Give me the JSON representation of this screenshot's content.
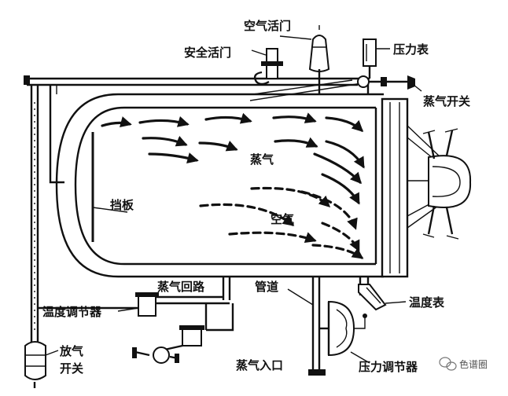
{
  "labels": {
    "air_valve": "空气活门",
    "safety_valve": "安全活门",
    "pressure_gauge": "压力表",
    "steam_switch": "蒸气开关",
    "steam": "蒸气",
    "baffle": "挡板",
    "air": "空气",
    "steam_return": "蒸气回路",
    "pipeline": "管道",
    "temperature_regulator": "温度调节器",
    "thermometer": "温度表",
    "vent_switch_line1": "放气",
    "vent_switch_line2": "开关",
    "steam_inlet": "蒸气入口",
    "pressure_regulator": "压力调节器"
  },
  "watermark": {
    "text": "色谱圈",
    "icon": "wechat-icon"
  }
}
